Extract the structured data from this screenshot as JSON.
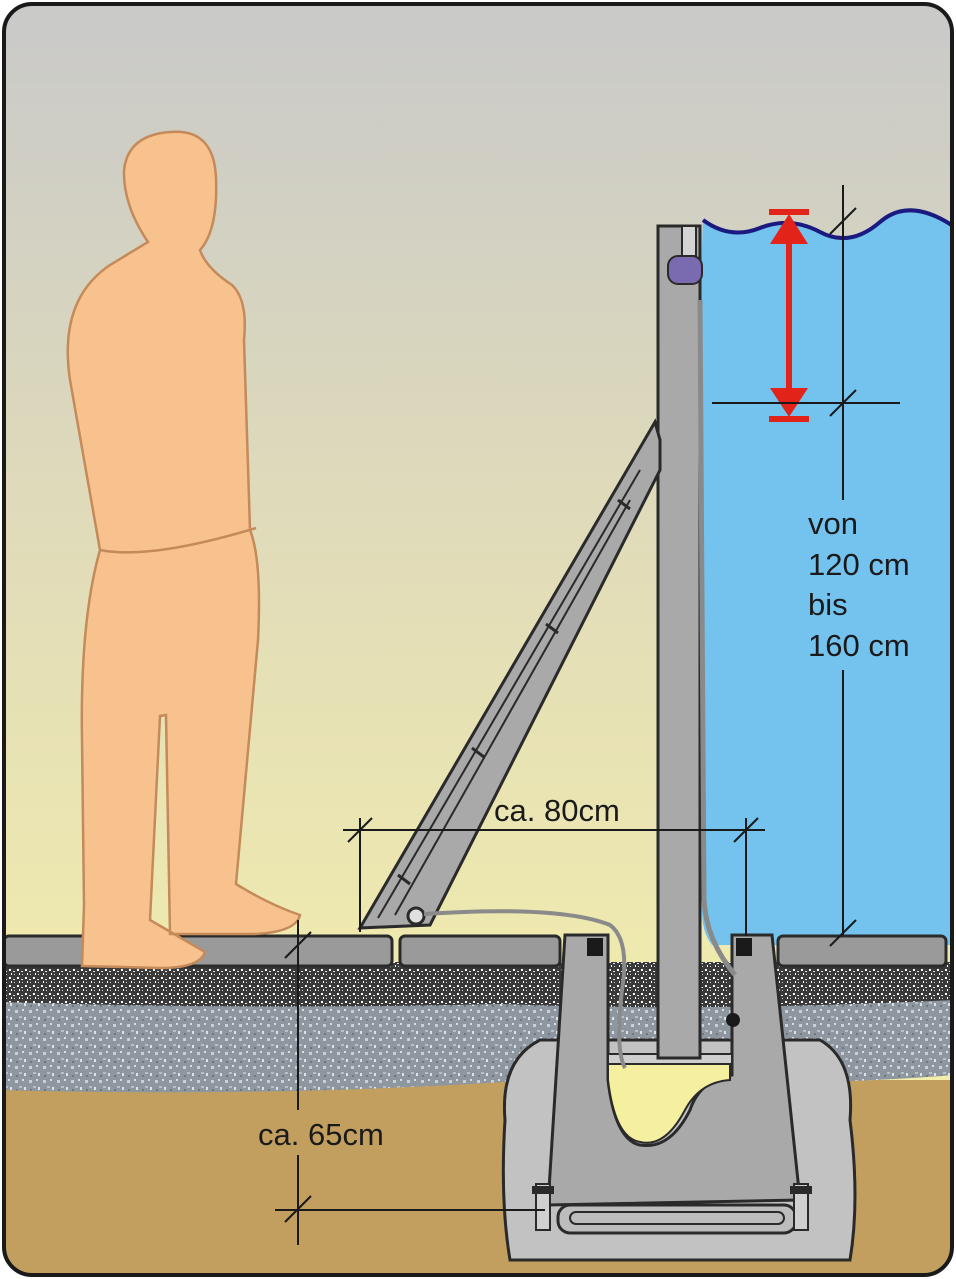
{
  "labels": {
    "width_dimension": "ca. 80cm",
    "depth_dimension": "ca. 65cm",
    "height_from": "von",
    "height_min": "120 cm",
    "height_to": "bis",
    "height_max": "160 cm"
  },
  "colors": {
    "sky_top": "#c8c8c8",
    "sky_bottom": "#f8f3a8",
    "water": "#74c3ef",
    "water_edge": "#1a1a80",
    "person": "#f8c28e",
    "person_outline": "#c48a5a",
    "post_metal": "#a9a9a9",
    "concrete": "#c2c2c2",
    "gravel": "#8c959d",
    "soil": "#c29f5f",
    "slab": "#9a9a9a",
    "marker_red": "#e2231a"
  }
}
